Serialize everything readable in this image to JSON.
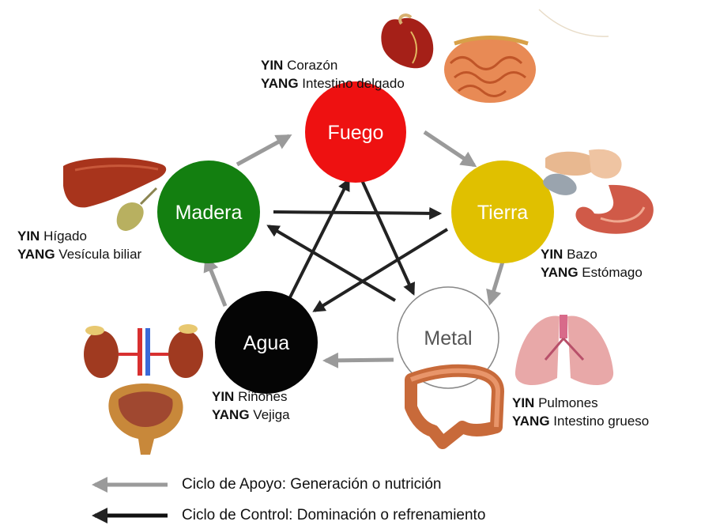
{
  "elements": {
    "fuego": {
      "name": "Fuego",
      "color": "#ee1111",
      "text_color": "#ffffff"
    },
    "tierra": {
      "name": "Tierra",
      "color": "#e0c000",
      "text_color": "#ffffff"
    },
    "metal": {
      "name": "Metal",
      "color": "#ffffff",
      "text_color": "#555555"
    },
    "agua": {
      "name": "Agua",
      "color": "#050505",
      "text_color": "#ffffff"
    },
    "madera": {
      "name": "Madera",
      "color": "#137f10",
      "text_color": "#ffffff"
    }
  },
  "organs": {
    "fuego": {
      "yin_tag": "YIN",
      "yin": "Corazón",
      "yang_tag": "YANG",
      "yang": "Intestino delgado",
      "icons": [
        "heart-icon",
        "small-intestine-icon"
      ]
    },
    "tierra": {
      "yin_tag": "YIN",
      "yin": "Bazo",
      "yang_tag": "YANG",
      "yang": "Estómago",
      "icons": [
        "spleen-icon",
        "stomach-icon"
      ]
    },
    "metal": {
      "yin_tag": "YIN",
      "yin": "Pulmones",
      "yang_tag": "YANG",
      "yang": "Intestino grueso",
      "icons": [
        "lungs-icon",
        "large-intestine-icon"
      ]
    },
    "agua": {
      "yin_tag": "YIN",
      "yin": "Riñones",
      "yang_tag": "YANG",
      "yang": "Vejiga",
      "icons": [
        "kidneys-icon",
        "bladder-icon"
      ]
    },
    "madera": {
      "yin_tag": "YIN",
      "yin": "Hígado",
      "yang_tag": "YANG",
      "yang": "Vesícula biliar",
      "icons": [
        "liver-icon",
        "gallbladder-icon"
      ]
    }
  },
  "legend": {
    "support": {
      "text": "Ciclo de Apoyo: Generación o nutrición",
      "color": "#9a9a9a"
    },
    "control": {
      "text": "Ciclo de Control: Dominación o refrenamiento",
      "color": "#111111"
    }
  },
  "cycles": {
    "support": [
      "madera→fuego",
      "fuego→tierra",
      "tierra→metal",
      "metal→agua",
      "agua→madera"
    ],
    "control": [
      "madera→tierra",
      "tierra→agua",
      "agua→fuego",
      "fuego→metal",
      "metal→madera"
    ]
  }
}
